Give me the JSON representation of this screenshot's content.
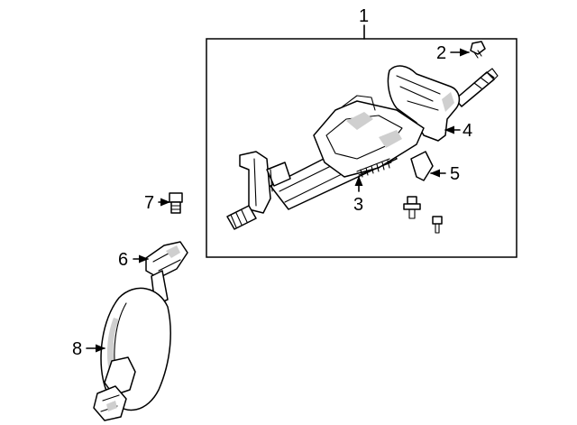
{
  "diagram": {
    "callouts": [
      {
        "id": "c1",
        "label": "1"
      },
      {
        "id": "c2",
        "label": "2"
      },
      {
        "id": "c3",
        "label": "3"
      },
      {
        "id": "c4",
        "label": "4"
      },
      {
        "id": "c5",
        "label": "5"
      },
      {
        "id": "c6",
        "label": "6"
      },
      {
        "id": "c7",
        "label": "7"
      },
      {
        "id": "c8",
        "label": "8"
      }
    ],
    "colors": {
      "line": "#000000",
      "background": "#ffffff",
      "shading": "#cfcfcf"
    }
  }
}
